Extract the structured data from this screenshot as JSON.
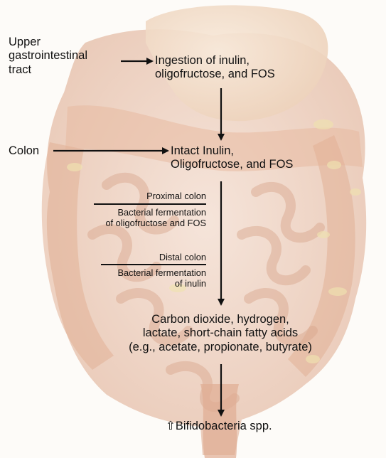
{
  "labels": {
    "upper_gi": "Upper\ngastrointestinal\ntract",
    "colon": "Colon",
    "ingestion": "Ingestion of inulin,\noligofructose, and FOS",
    "intact": "Intact Inulin,\nOligofructose, and FOS",
    "proximal_title": "Proximal colon",
    "proximal_desc": "Bacterial fermentation\nof oligofructose and FOS",
    "distal_title": "Distal colon",
    "distal_desc": "Bacterial fermentation\nof inulin",
    "products": "Carbon dioxide, hydrogen,\nlactate, short-chain fatty acids\n(e.g., acetate, propionate, butyrate)",
    "bifido_symbol": "⇧",
    "bifido": "Bifidobacteria spp."
  },
  "colors": {
    "tissue": "#ebc8b4",
    "tissue_dark": "#d9ab93",
    "stomach": "#f1dcc8",
    "fat": "#efe2b4",
    "arrow": "#111111"
  }
}
